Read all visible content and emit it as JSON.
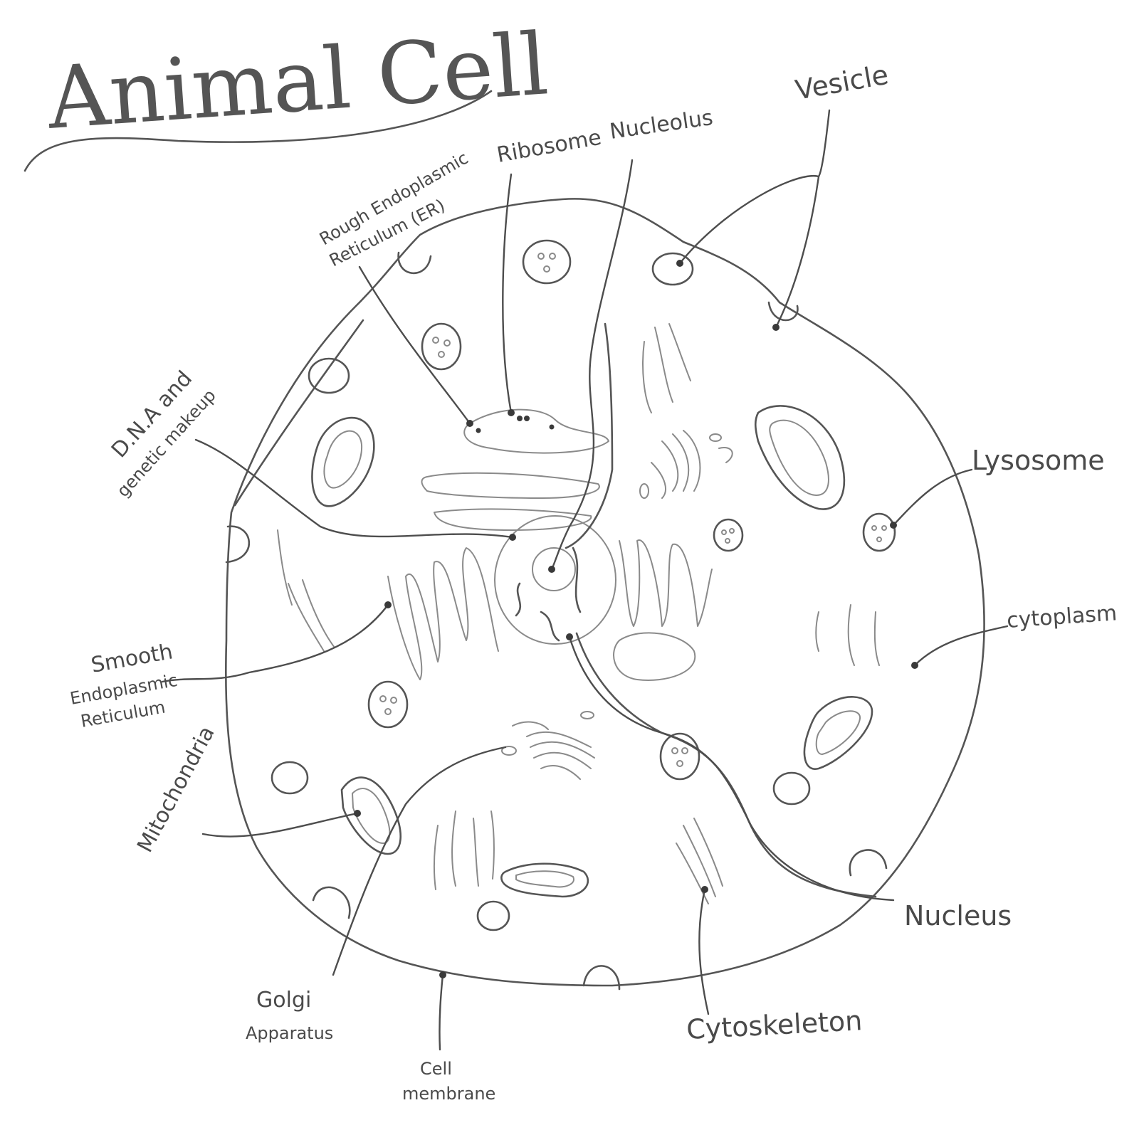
{
  "title": "Animal Cell",
  "labels": {
    "rough_er": [
      "Rough Endoplasmic",
      "Reticulum (ER)"
    ],
    "ribosome": "Ribosome",
    "nucleolus": "Nucleolus",
    "vesicle": "Vesicle",
    "dna": [
      "D.N.A and",
      "genetic makeup"
    ],
    "lysosome": "Lysosome",
    "cytoplasm": "cytoplasm",
    "smooth_er": [
      "Smooth",
      "Endoplasmic",
      "Reticulum"
    ],
    "mitochondria": "Mitochondria",
    "nucleus": "Nucleus",
    "golgi": [
      "Golgi",
      "Apparatus"
    ],
    "cytoskeleton": "Cytoskeleton",
    "cell_membrane": [
      "Cell",
      "membrane"
    ]
  },
  "colors": {
    "paper": "#ffffff",
    "pencil": "#555555"
  }
}
